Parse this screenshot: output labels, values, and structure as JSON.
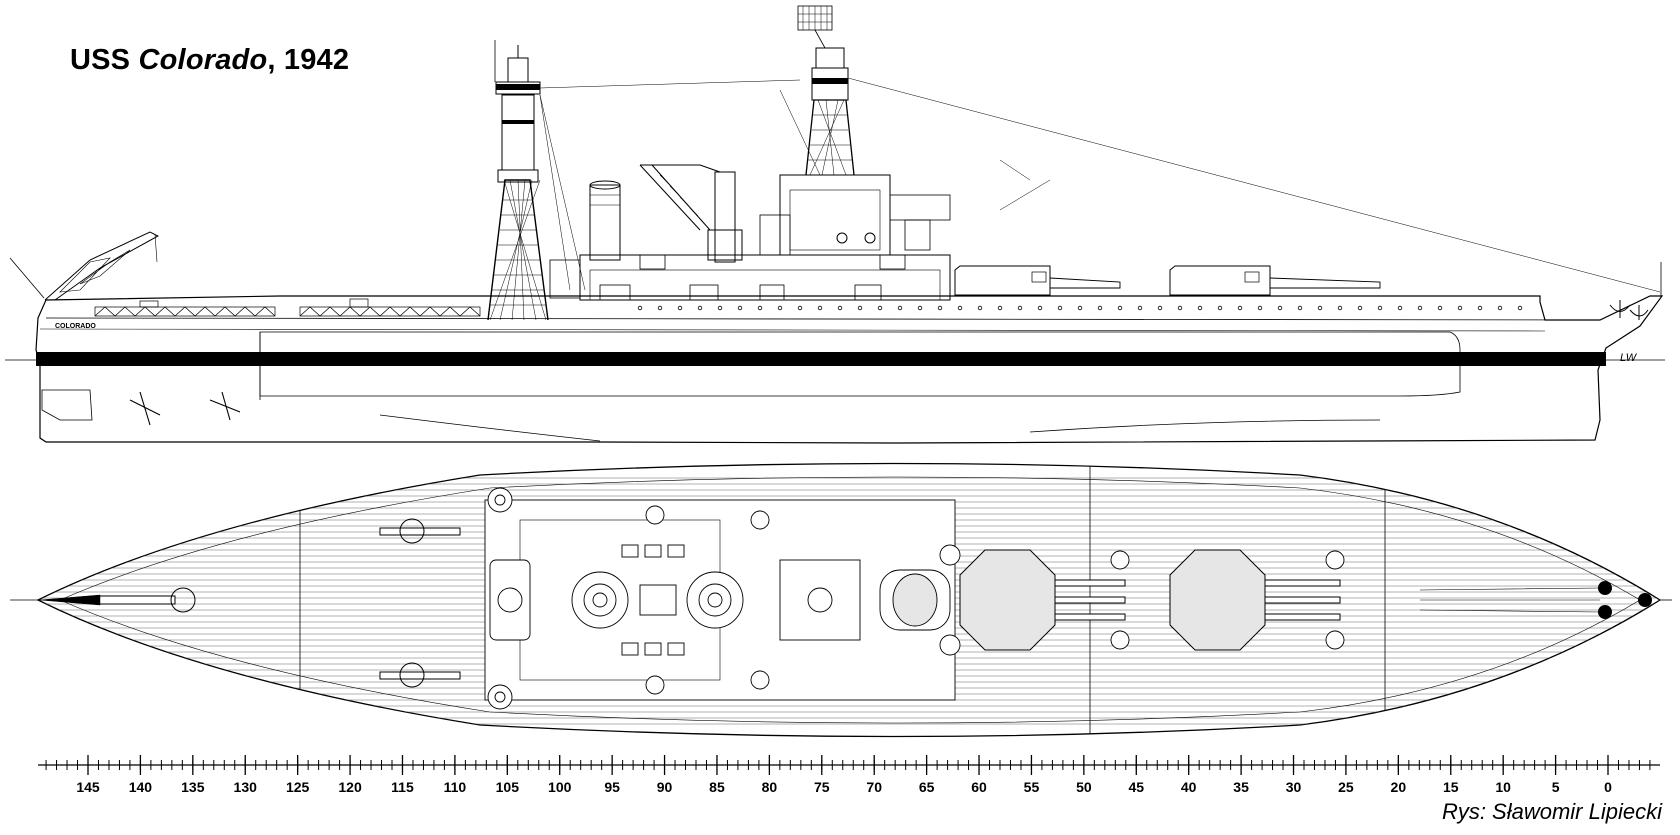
{
  "title": {
    "prefix": "USS ",
    "name": "Colorado",
    "suffix": ", 1942"
  },
  "hull_name_marking": "COLORADO",
  "waterline_label": "LW",
  "credit": "Rys: Sławomir Lipiecki",
  "scale": {
    "labels": [
      "145",
      "140",
      "135",
      "130",
      "125",
      "120",
      "115",
      "110",
      "105",
      "100",
      "95",
      "90",
      "85",
      "80",
      "75",
      "70",
      "65",
      "60",
      "55",
      "50",
      "45",
      "40",
      "35",
      "30",
      "25",
      "20",
      "15",
      "10",
      "5",
      "0"
    ],
    "major_step": 5,
    "minor_per_major": 5
  },
  "colors": {
    "line": "#000000",
    "deck_plank": "#555555",
    "turret_fill": "#e6e6e6",
    "background": "#ffffff"
  }
}
